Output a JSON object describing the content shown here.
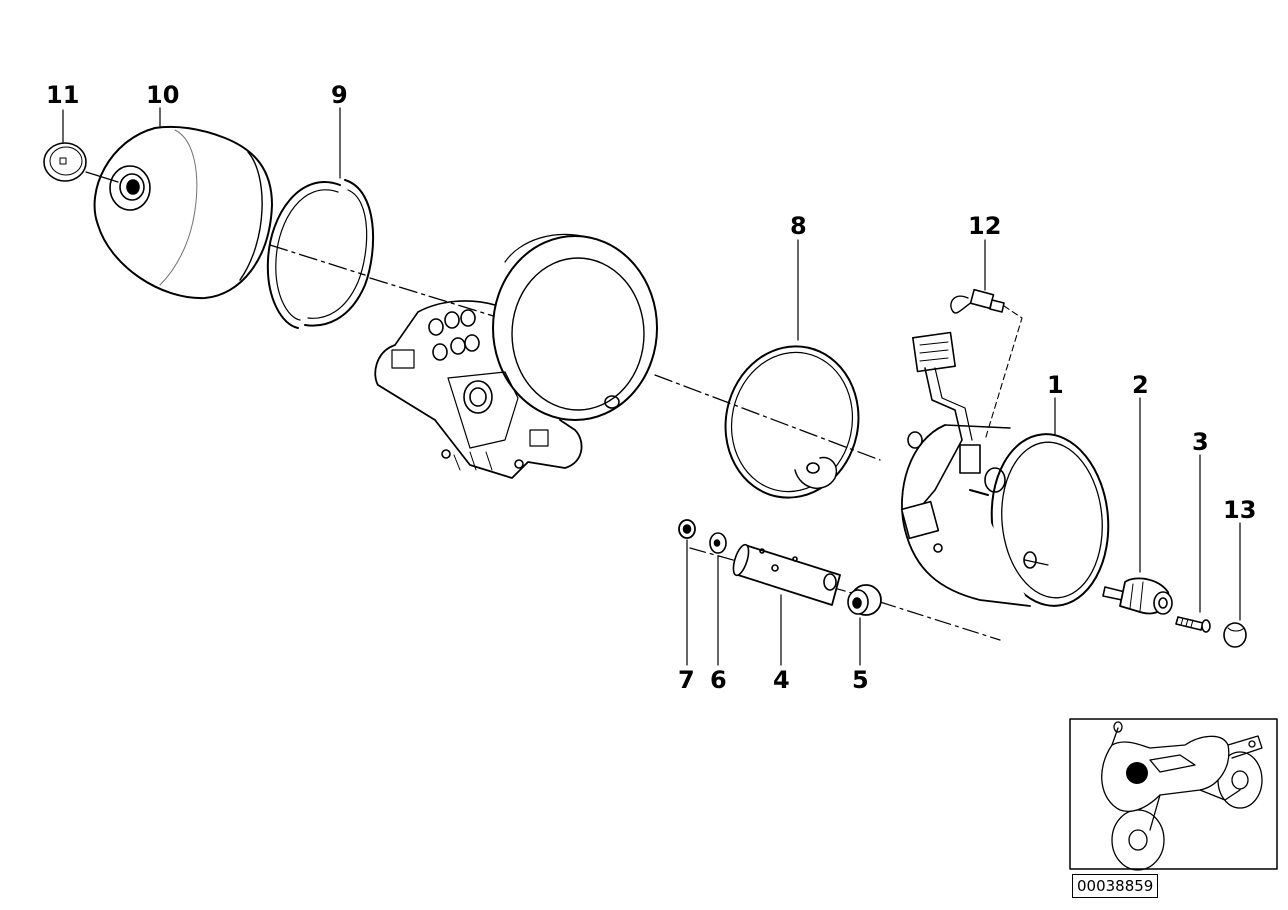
{
  "callouts": {
    "p1": "1",
    "p2": "2",
    "p3": "3",
    "p4": "4",
    "p5": "5",
    "p6": "6",
    "p7": "7",
    "p8": "8",
    "p9": "9",
    "p10": "10",
    "p11": "11",
    "p12": "12",
    "p13": "13"
  },
  "diagram_number": "00038859",
  "thumbnail": {
    "icon": "motorcycle-location-icon",
    "marker_color": "#000000"
  }
}
